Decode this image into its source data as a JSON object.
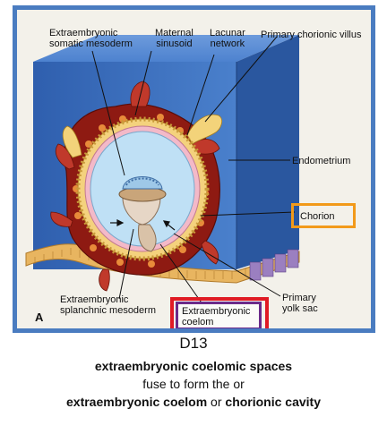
{
  "figure": {
    "panel_letter": "A",
    "labels": {
      "somatic_mesoderm": [
        "Extraembryonic",
        "somatic mesoderm"
      ],
      "maternal_sinusoid": [
        "Maternal",
        "sinusoid"
      ],
      "lacunar_network": [
        "Lacunar",
        "network"
      ],
      "primary_chorionic_villus": "Primary chorionic villus",
      "endometrium": "Endometrium",
      "chorion": "Chorion",
      "splanchnic_mesoderm": [
        "Extraembryonic",
        "splanchnic mesoderm"
      ],
      "extraembryonic_coelom": [
        "Extraembryonic",
        "coelom"
      ],
      "primary_yolk_sac": [
        "Primary",
        "yolk sac"
      ]
    },
    "colors": {
      "frame_blue": "#4a7cc0",
      "endometrium_blue": "#3d6fbd",
      "chorion_box": "#f29a1a",
      "coelom_outer_box": "#e01b24",
      "coelom_inner_box": "#6b2a8a"
    }
  },
  "caption": {
    "line1": "D13",
    "line2": "extraembryonic coelomic spaces",
    "line3": "fuse to form the or",
    "line4a": "extraembryonic coelom",
    "line4b": " or ",
    "line4c": "chorionic cavity"
  }
}
